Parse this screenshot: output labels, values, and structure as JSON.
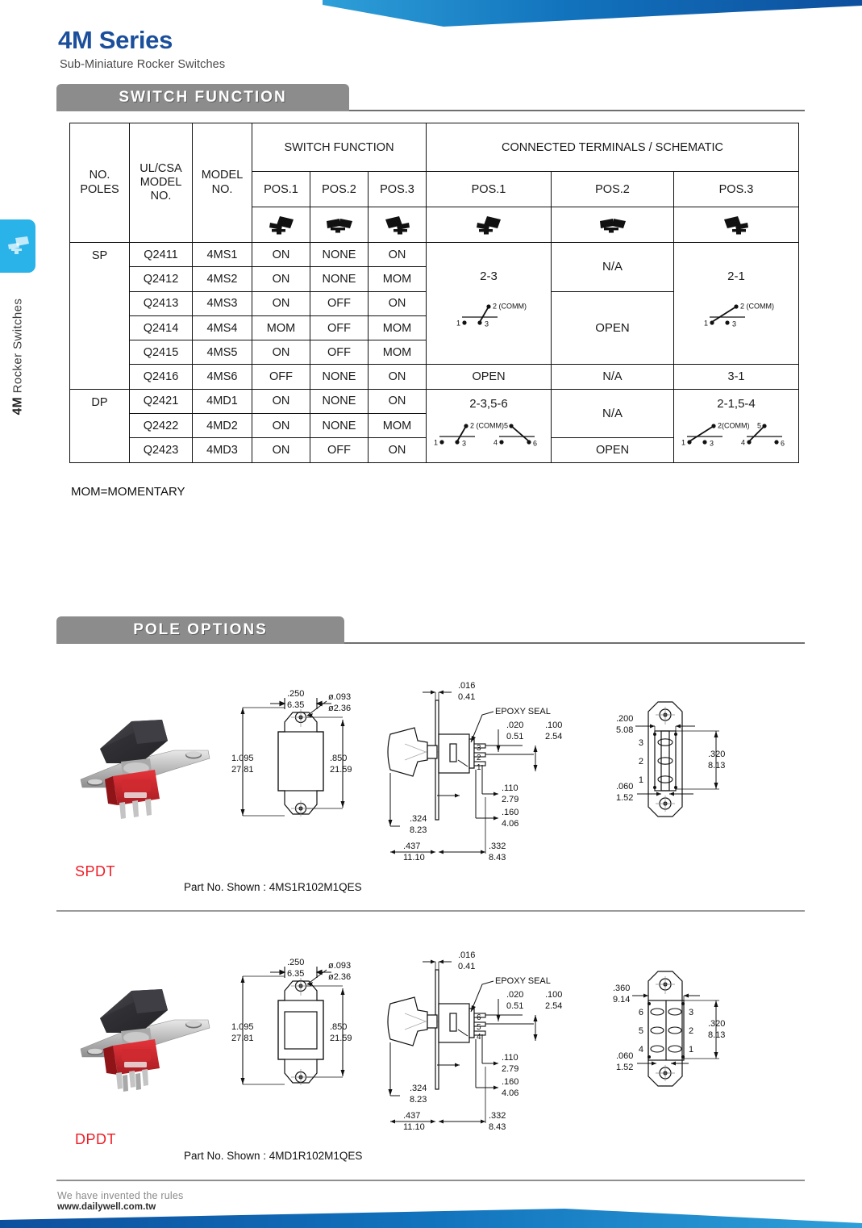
{
  "header": {
    "title": "4M Series",
    "subtitle": "Sub-Miniature Rocker Switches"
  },
  "sidebar": {
    "series": "4M",
    "category": "Rocker  Switches",
    "icon": "rocker-switch-icon",
    "color": "#29b3e8"
  },
  "sections": {
    "switch_function": "SWITCH  FUNCTION",
    "pole_options": "POLE  OPTIONS"
  },
  "table": {
    "headers": {
      "no_poles": "NO.\nPOLES",
      "no_poles_l1": "NO.",
      "no_poles_l2": "POLES",
      "ulcsa_l1": "UL/CSA",
      "ulcsa_l2": "MODEL",
      "ulcsa_l3": "NO.",
      "model_l1": "MODEL",
      "model_l2": "NO.",
      "switch_function": "SWITCH   FUNCTION",
      "connected_terminals": "CONNECTED TERMINALS / SCHEMATIC",
      "pos1": "POS.1",
      "pos2": "POS.2",
      "pos3": "POS.3"
    },
    "rows": [
      {
        "poles": "SP",
        "ulcsa": "Q2411",
        "model": "4MS1",
        "p1": "ON",
        "p2": "NONE",
        "p3": "ON"
      },
      {
        "poles": "",
        "ulcsa": "Q2412",
        "model": "4MS2",
        "p1": "ON",
        "p2": "NONE",
        "p3": "MOM"
      },
      {
        "poles": "",
        "ulcsa": "Q2413",
        "model": "4MS3",
        "p1": "ON",
        "p2": "OFF",
        "p3": "ON"
      },
      {
        "poles": "",
        "ulcsa": "Q2414",
        "model": "4MS4",
        "p1": "MOM",
        "p2": "OFF",
        "p3": "MOM"
      },
      {
        "poles": "",
        "ulcsa": "Q2415",
        "model": "4MS5",
        "p1": "ON",
        "p2": "OFF",
        "p3": "MOM"
      },
      {
        "poles": "",
        "ulcsa": "Q2416",
        "model": "4MS6",
        "p1": "OFF",
        "p2": "NONE",
        "p3": "ON"
      },
      {
        "poles": "DP",
        "ulcsa": "Q2421",
        "model": "4MD1",
        "p1": "ON",
        "p2": "NONE",
        "p3": "ON"
      },
      {
        "poles": "",
        "ulcsa": "Q2422",
        "model": "4MD2",
        "p1": "ON",
        "p2": "NONE",
        "p3": "MOM"
      },
      {
        "poles": "",
        "ulcsa": "Q2423",
        "model": "4MD3",
        "p1": "ON",
        "p2": "OFF",
        "p3": "ON"
      }
    ],
    "terminals": {
      "sp_pos1": "2-3",
      "sp_pos2_na": "N/A",
      "sp_pos2_open": "OPEN",
      "sp_pos3": "2-1",
      "sp6_pos1": "OPEN",
      "sp6_pos2": "N/A",
      "sp6_pos3": "3-1",
      "dp_pos1": "2-3,5-6",
      "dp_pos2_na": "N/A",
      "dp_pos2_open": "OPEN",
      "dp_pos3": "2-1,5-4"
    },
    "schematic_labels": {
      "comm_sp": "2 (COMM)",
      "comm_dp": "2(COMM)",
      "t1": "1",
      "t2": "2",
      "t3": "3",
      "t4": "4",
      "t5": "5",
      "t6": "6"
    },
    "note": "MOM=MOMENTARY"
  },
  "pole_options": [
    {
      "type": "SPDT",
      "part_no": "Part No. Shown : 4MS1R102M1QES",
      "front_view": {
        "width_in": ".250",
        "width_mm": "6.35",
        "hole_in": "ø.093",
        "hole_mm": "ø2.36",
        "overall_in": "1.095",
        "overall_mm": "27.81",
        "center_in": ".850",
        "center_mm": "21.59"
      },
      "side_view": {
        "panel_in": ".016",
        "panel_mm": "0.41",
        "epoxy": "EPOXY SEAL",
        "term_w_in": ".020",
        "term_w_mm": "0.51",
        "pitch_in": ".100",
        "pitch_mm": "2.54",
        "d110_in": ".110",
        "d110_mm": "2.79",
        "d160_in": ".160",
        "d160_mm": "4.06",
        "d324_in": ".324",
        "d324_mm": "8.23",
        "d437_in": ".437",
        "d437_mm": "11.10",
        "d332_in": ".332",
        "d332_mm": "8.43",
        "terminals": [
          "3",
          "2",
          "1"
        ]
      },
      "rear_view": {
        "width_in": ".200",
        "width_mm": "5.08",
        "thick_in": ".060",
        "thick_mm": "1.52",
        "height_in": ".320",
        "height_mm": "8.13",
        "terminals": [
          "3",
          "2",
          "1"
        ]
      }
    },
    {
      "type": "DPDT",
      "part_no": "Part No. Shown : 4MD1R102M1QES",
      "front_view": {
        "width_in": ".250",
        "width_mm": "6.35",
        "hole_in": "ø.093",
        "hole_mm": "ø2.36",
        "overall_in": "1.095",
        "overall_mm": "27.81",
        "center_in": ".850",
        "center_mm": "21.59"
      },
      "side_view": {
        "panel_in": ".016",
        "panel_mm": "0.41",
        "epoxy": "EPOXY SEAL",
        "term_w_in": ".020",
        "term_w_mm": "0.51",
        "pitch_in": ".100",
        "pitch_mm": "2.54",
        "d110_in": ".110",
        "d110_mm": "2.79",
        "d160_in": ".160",
        "d160_mm": "4.06",
        "d324_in": ".324",
        "d324_mm": "8.23",
        "d437_in": ".437",
        "d437_mm": "11.10",
        "d332_in": ".332",
        "d332_mm": "8.43",
        "terminals": [
          "6",
          "5",
          "4"
        ]
      },
      "rear_view": {
        "width_in": ".360",
        "width_mm": "9.14",
        "thick_in": ".060",
        "thick_mm": "1.52",
        "height_in": ".320",
        "height_mm": "8.13",
        "terminals_left": [
          "6",
          "5",
          "4"
        ],
        "terminals_right": [
          "3",
          "2",
          "1"
        ]
      }
    }
  ],
  "footer": {
    "slogan": "We have invented the rules",
    "website": "www.dailywell.com.tw"
  },
  "colors": {
    "brand_blue": "#1b4f9c",
    "accent_cyan": "#29b3e8",
    "bar_gray": "#8c8c8c",
    "red": "#ee1c25"
  }
}
